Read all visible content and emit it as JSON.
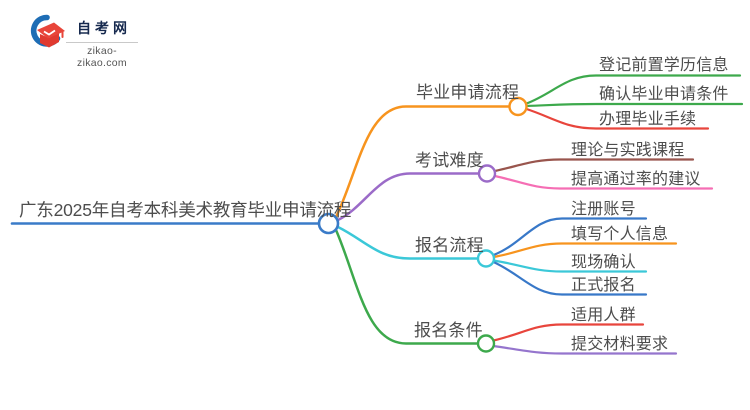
{
  "logo": {
    "title": "自考网",
    "domain": "zikao-zikao.com",
    "icon": "graduation-cap-icon"
  },
  "central_topic": {
    "label": "广东2025年自考本科美术教育毕业申请流程"
  },
  "branches": [
    {
      "label": "毕业申请流程",
      "color": "#F7941E",
      "children": [
        {
          "label": "登记前置学历信息",
          "color": "#3DA94C"
        },
        {
          "label": "确认毕业申请条件",
          "color": "#3DA94C"
        },
        {
          "label": "办理毕业手续",
          "color": "#E8453C"
        }
      ]
    },
    {
      "label": "考试难度",
      "color": "#9B6BC8",
      "children": [
        {
          "label": "理论与实践课程",
          "color": "#99554D"
        },
        {
          "label": "提高通过率的建议",
          "color": "#F56EB4"
        }
      ]
    },
    {
      "label": "报名流程",
      "color": "#3BC8D8",
      "children": [
        {
          "label": "注册账号",
          "color": "#3878C8"
        },
        {
          "label": "填写个人信息",
          "color": "#F7941E"
        },
        {
          "label": "现场确认",
          "color": "#3BC8D8"
        },
        {
          "label": "正式报名",
          "color": "#3878C8"
        }
      ]
    },
    {
      "label": "报名条件",
      "color": "#3DA94C",
      "children": [
        {
          "label": "适用人群",
          "color": "#E8453C"
        },
        {
          "label": "提交材料要求",
          "color": "#9575CD"
        }
      ]
    }
  ],
  "palette": {
    "central_blue": "#3A7BC8",
    "orange": "#F7941E",
    "purple": "#9B6BC8",
    "cyan": "#3BC8D8",
    "green": "#3DA94C",
    "red": "#E8453C",
    "brown": "#99554D",
    "pink": "#F56EB4",
    "steel_blue": "#3878C8",
    "light_purple": "#9575CD",
    "text_gray": "#4D4D4D",
    "logo_navy": "#16294E",
    "logo_blue": "#1E6DB5",
    "logo_red": "#E03A30"
  }
}
